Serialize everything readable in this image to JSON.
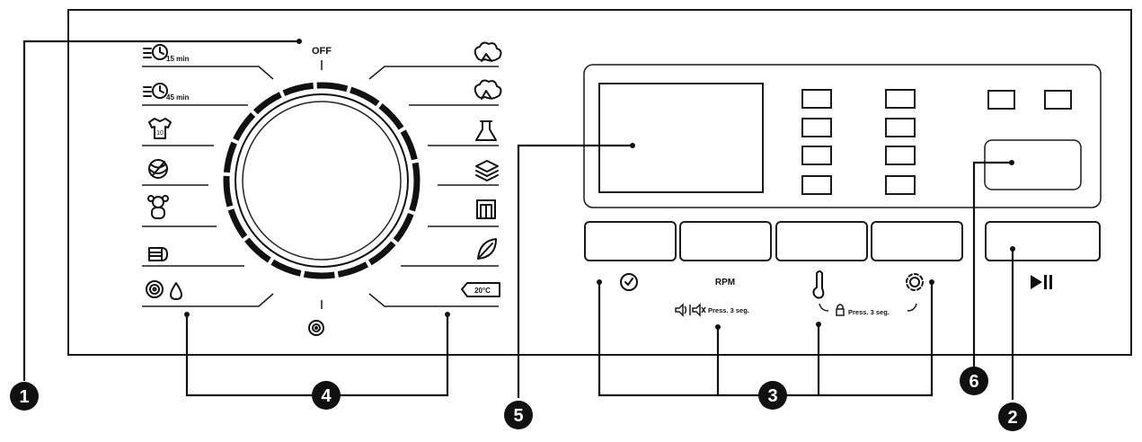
{
  "dial": {
    "off_label": "OFF",
    "program_labels": {
      "quick_15": "15 min",
      "quick_45": "45 min",
      "shirt_number": "10",
      "low_temp": "20°C"
    },
    "left_icons": [
      "quick-15-icon",
      "quick-45-icon",
      "shirt-icon",
      "wool-icon",
      "baby-icon",
      "towels-icon",
      "spin-drain-icon"
    ],
    "right_icons": [
      "cotton-icon",
      "cotton-eco-icon",
      "flask-icon",
      "mix-layers-icon",
      "trousers-icon",
      "leaf-icon",
      "tag-20c-icon"
    ],
    "bottom_icon": "spin-icon"
  },
  "buttons": {
    "rpm_label": "RPM",
    "sound_hint": "Press. 3 seg.",
    "lock_hint": "Press. 3 seg.",
    "icons": [
      "clock-icon",
      "thermometer-icon",
      "gear-icon",
      "play-pause-icon",
      "speaker-icon",
      "lock-icon"
    ]
  },
  "callouts": [
    "1",
    "2",
    "3",
    "4",
    "5",
    "6"
  ],
  "colors": {
    "ink": "#111111",
    "background": "#ffffff"
  }
}
